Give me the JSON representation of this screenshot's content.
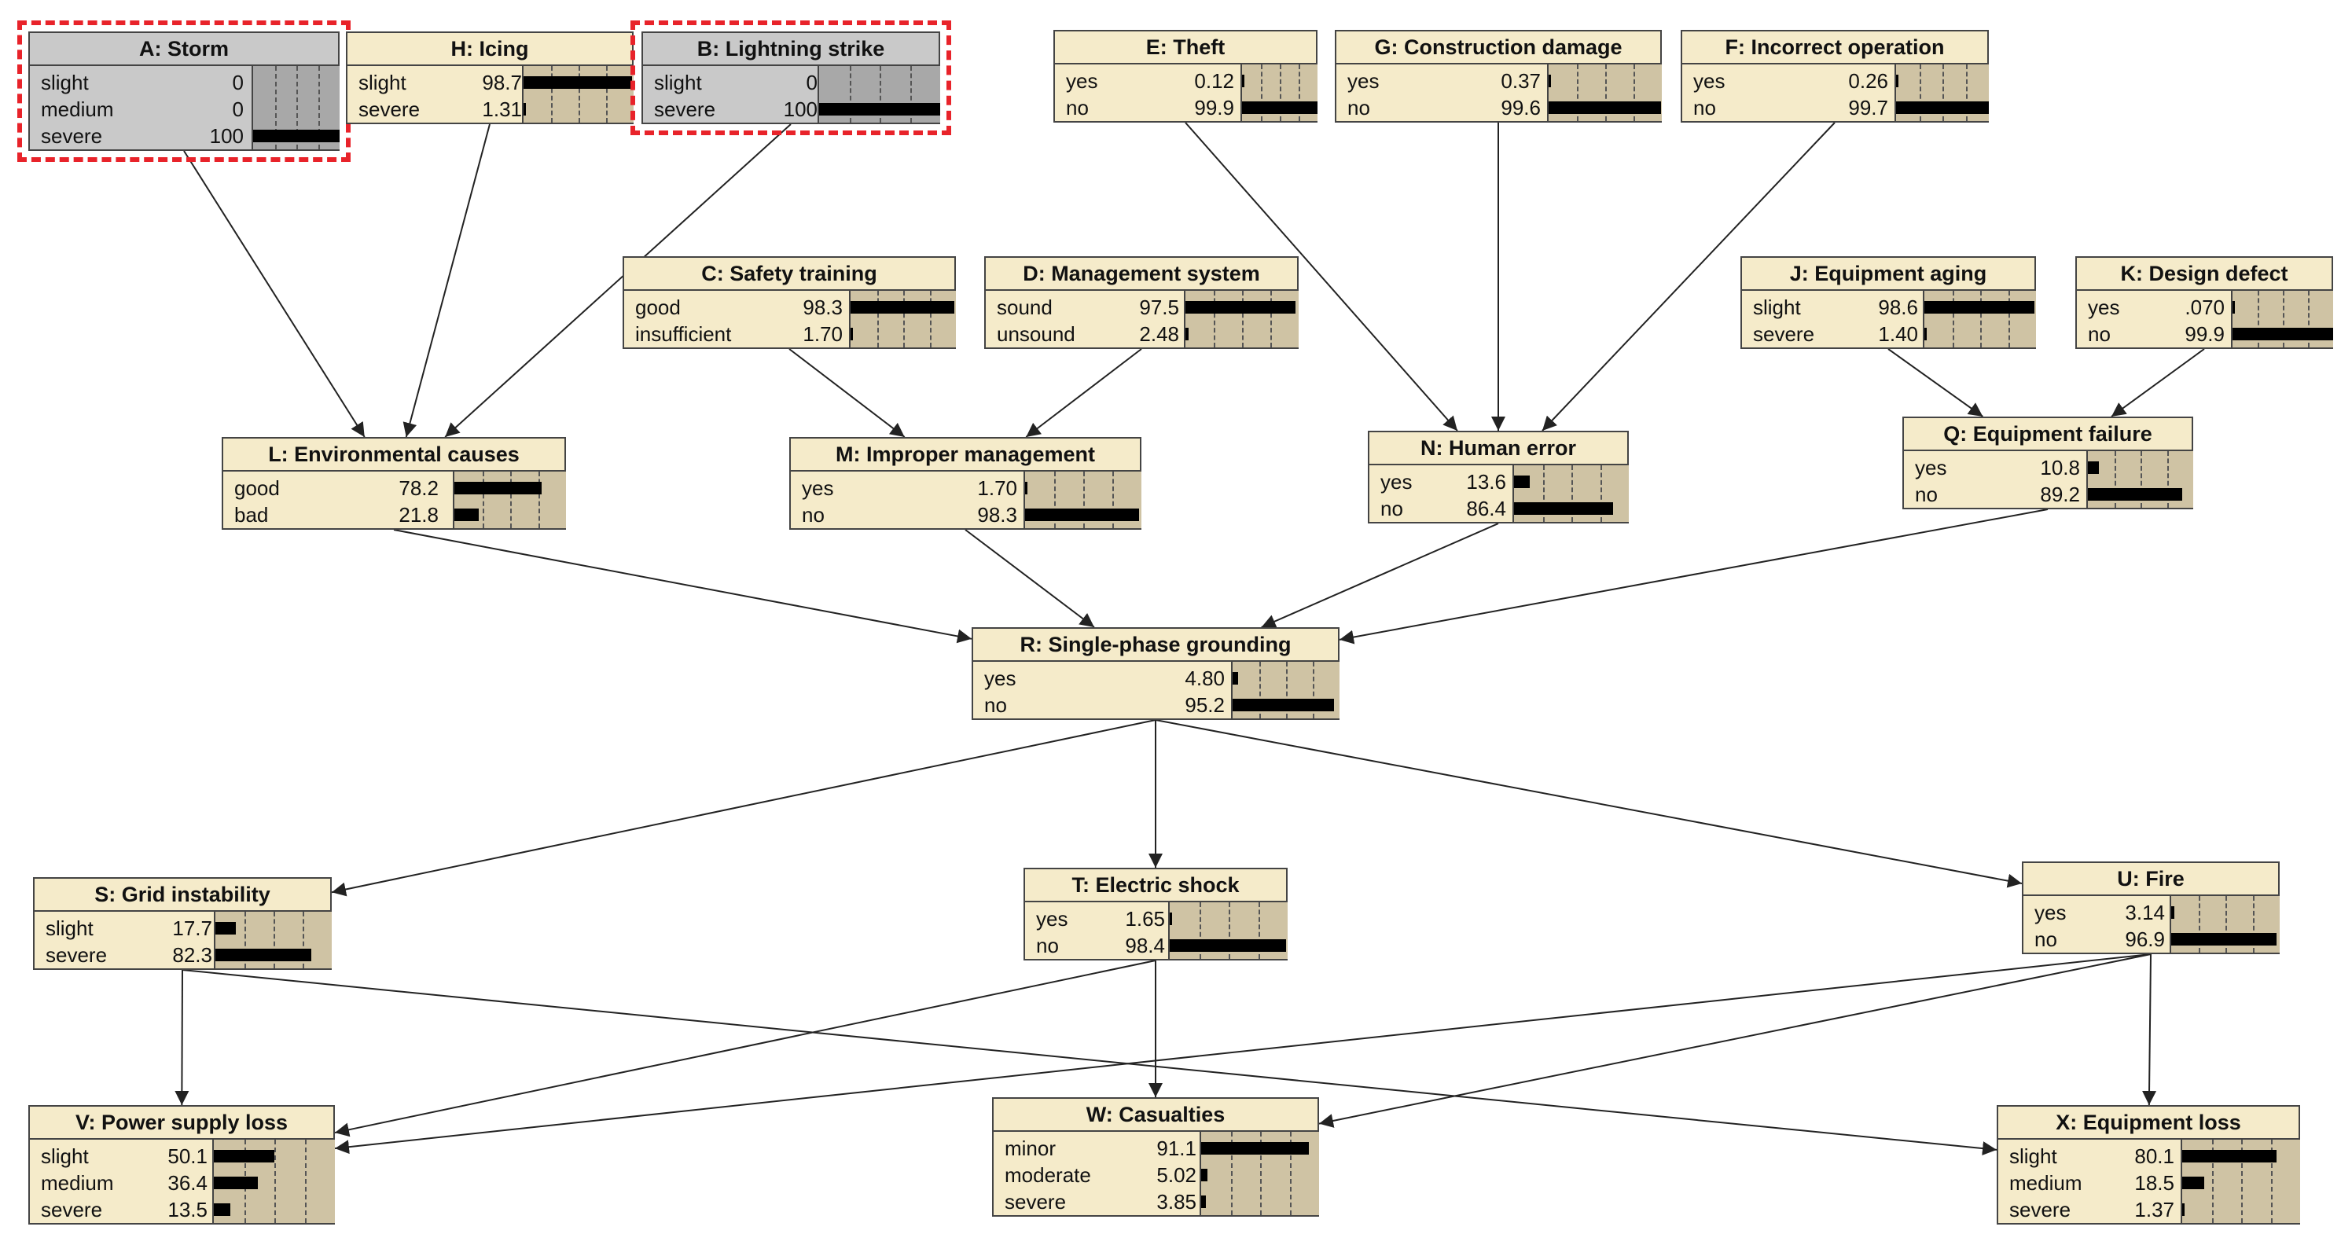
{
  "nodes": {
    "A": {
      "title": "A: Storm",
      "evidence": true,
      "highlighted": true,
      "states": [
        {
          "name": "slight",
          "value": "0",
          "p": 0
        },
        {
          "name": "medium",
          "value": "0",
          "p": 0
        },
        {
          "name": "severe",
          "value": "100",
          "p": 100
        }
      ]
    },
    "H": {
      "title": "H: Icing",
      "evidence": false,
      "states": [
        {
          "name": "slight",
          "value": "98.7",
          "p": 98.7
        },
        {
          "name": "severe",
          "value": "1.31",
          "p": 1.31
        }
      ]
    },
    "B": {
      "title": "B: Lightning strike",
      "evidence": true,
      "highlighted": true,
      "states": [
        {
          "name": "slight",
          "value": "0",
          "p": 0
        },
        {
          "name": "severe",
          "value": "100",
          "p": 100
        }
      ]
    },
    "E": {
      "title": "E: Theft",
      "evidence": false,
      "states": [
        {
          "name": "yes",
          "value": "0.12",
          "p": 0.12
        },
        {
          "name": "no",
          "value": "99.9",
          "p": 99.9
        }
      ]
    },
    "G": {
      "title": "G: Construction damage",
      "evidence": false,
      "states": [
        {
          "name": "yes",
          "value": "0.37",
          "p": 0.37
        },
        {
          "name": "no",
          "value": "99.6",
          "p": 99.6
        }
      ]
    },
    "F": {
      "title": "F: Incorrect operation",
      "evidence": false,
      "states": [
        {
          "name": "yes",
          "value": "0.26",
          "p": 0.26
        },
        {
          "name": "no",
          "value": "99.7",
          "p": 99.7
        }
      ]
    },
    "C": {
      "title": "C: Safety training",
      "evidence": false,
      "states": [
        {
          "name": "good",
          "value": "98.3",
          "p": 98.3
        },
        {
          "name": "insufficient",
          "value": "1.70",
          "p": 1.7
        }
      ]
    },
    "D": {
      "title": "D: Management system",
      "evidence": false,
      "states": [
        {
          "name": "sound",
          "value": "97.5",
          "p": 97.5
        },
        {
          "name": "unsound",
          "value": "2.48",
          "p": 2.48
        }
      ]
    },
    "J": {
      "title": "J: Equipment aging",
      "evidence": false,
      "states": [
        {
          "name": "slight",
          "value": "98.6",
          "p": 98.6
        },
        {
          "name": "severe",
          "value": "1.40",
          "p": 1.4
        }
      ]
    },
    "K": {
      "title": "K: Design defect",
      "evidence": false,
      "states": [
        {
          "name": "yes",
          "value": ".070",
          "p": 0.07
        },
        {
          "name": "no",
          "value": "99.9",
          "p": 99.9
        }
      ]
    },
    "L": {
      "title": "L: Environmental causes",
      "evidence": false,
      "states": [
        {
          "name": "good",
          "value": "78.2",
          "p": 78.2
        },
        {
          "name": "bad",
          "value": "21.8",
          "p": 21.8
        }
      ]
    },
    "M": {
      "title": "M: Improper management",
      "evidence": false,
      "states": [
        {
          "name": "yes",
          "value": "1.70",
          "p": 1.7
        },
        {
          "name": "no",
          "value": "98.3",
          "p": 98.3
        }
      ]
    },
    "N": {
      "title": "N: Human error",
      "evidence": false,
      "states": [
        {
          "name": "yes",
          "value": "13.6",
          "p": 13.6
        },
        {
          "name": "no",
          "value": "86.4",
          "p": 86.4
        }
      ]
    },
    "Q": {
      "title": "Q: Equipment failure",
      "evidence": false,
      "states": [
        {
          "name": "yes",
          "value": "10.8",
          "p": 10.8
        },
        {
          "name": "no",
          "value": "89.2",
          "p": 89.2
        }
      ]
    },
    "R": {
      "title": "R: Single-phase grounding",
      "evidence": false,
      "states": [
        {
          "name": "yes",
          "value": "4.80",
          "p": 4.8
        },
        {
          "name": "no",
          "value": "95.2",
          "p": 95.2
        }
      ]
    },
    "S": {
      "title": "S: Grid instability",
      "evidence": false,
      "states": [
        {
          "name": "slight",
          "value": "17.7",
          "p": 17.7
        },
        {
          "name": "severe",
          "value": "82.3",
          "p": 82.3
        }
      ]
    },
    "T": {
      "title": "T: Electric shock",
      "evidence": false,
      "states": [
        {
          "name": "yes",
          "value": "1.65",
          "p": 1.65
        },
        {
          "name": "no",
          "value": "98.4",
          "p": 98.4
        }
      ]
    },
    "U": {
      "title": "U: Fire",
      "evidence": false,
      "states": [
        {
          "name": "yes",
          "value": "3.14",
          "p": 3.14
        },
        {
          "name": "no",
          "value": "96.9",
          "p": 96.9
        }
      ]
    },
    "V": {
      "title": "V: Power supply loss",
      "evidence": false,
      "states": [
        {
          "name": "slight",
          "value": "50.1",
          "p": 50.1
        },
        {
          "name": "medium",
          "value": "36.4",
          "p": 36.4
        },
        {
          "name": "severe",
          "value": "13.5",
          "p": 13.5
        }
      ]
    },
    "W": {
      "title": "W: Casualties",
      "evidence": false,
      "states": [
        {
          "name": "minor",
          "value": "91.1",
          "p": 91.1
        },
        {
          "name": "moderate",
          "value": "5.02",
          "p": 5.02
        },
        {
          "name": "severe",
          "value": "3.85",
          "p": 3.85
        }
      ]
    },
    "X": {
      "title": "X: Equipment loss",
      "evidence": false,
      "states": [
        {
          "name": "slight",
          "value": "80.1",
          "p": 80.1
        },
        {
          "name": "medium",
          "value": "18.5",
          "p": 18.5
        },
        {
          "name": "severe",
          "value": "1.37",
          "p": 1.37
        }
      ]
    }
  },
  "edges": [
    [
      "A",
      "L"
    ],
    [
      "H",
      "L"
    ],
    [
      "B",
      "L"
    ],
    [
      "C",
      "M"
    ],
    [
      "D",
      "M"
    ],
    [
      "E",
      "N"
    ],
    [
      "G",
      "N"
    ],
    [
      "F",
      "N"
    ],
    [
      "J",
      "Q"
    ],
    [
      "K",
      "Q"
    ],
    [
      "L",
      "R"
    ],
    [
      "M",
      "R"
    ],
    [
      "N",
      "R"
    ],
    [
      "Q",
      "R"
    ],
    [
      "R",
      "S"
    ],
    [
      "R",
      "T"
    ],
    [
      "R",
      "U"
    ],
    [
      "S",
      "V"
    ],
    [
      "T",
      "V"
    ],
    [
      "U",
      "V"
    ],
    [
      "T",
      "W"
    ],
    [
      "U",
      "W"
    ],
    [
      "S",
      "X"
    ],
    [
      "U",
      "X"
    ]
  ],
  "colors": {
    "node_fill": "#f5ebca",
    "evidence_fill": "#c9c9c9",
    "bar_area": "#cfc3a4",
    "bar": "#000000",
    "highlight": "#e8232a"
  }
}
